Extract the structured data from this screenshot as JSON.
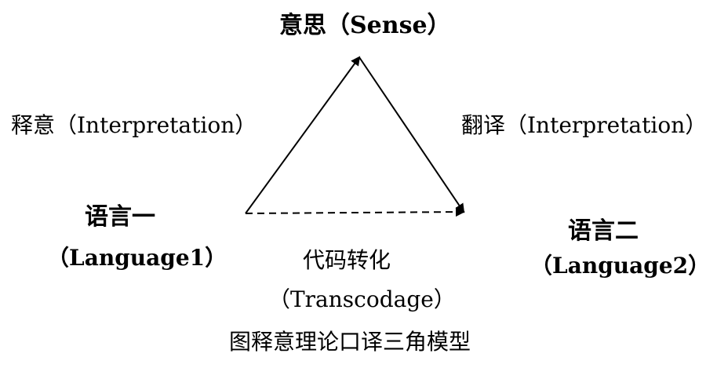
{
  "nodes": {
    "sense": "意思（Sense）",
    "language1_cn": "语言一",
    "language1_en": "（Language1）",
    "language2_cn": "语言二",
    "language2_en": "（Language2）"
  },
  "edges": {
    "left_label": "释意（Interpretation）",
    "right_label": "翻译（Interpretation）",
    "bottom_label_cn": "代码转化",
    "bottom_label_en": "（Transcodage）"
  },
  "caption": "图释意理论口译三角模型",
  "colors": {
    "line": "#000000",
    "background": "#ffffff"
  }
}
